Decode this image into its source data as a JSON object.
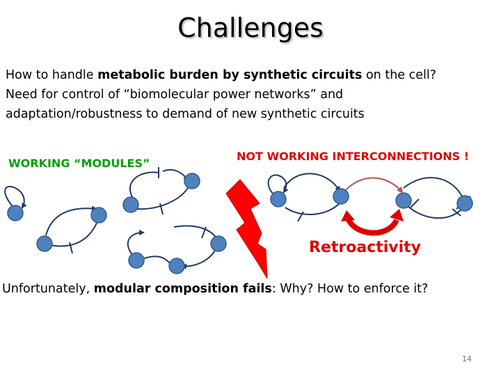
{
  "slide": {
    "title": "Challenges",
    "intro": {
      "line1_pre": "How to handle ",
      "line1_bold": "metabolic burden by synthetic circuits",
      "line1_post": " on the cell?",
      "line2": "Need for control of “biomolecular power networks”  and",
      "line3": "adaptation/robustness to  demand of new synthetic circuits"
    },
    "working_label": "WORKING “MODULES”",
    "not_working_label": "NOT WORKING INTERCONNECTIONS !",
    "retro_label": "Retroactivity",
    "outro": {
      "pre": "Unfortunately, ",
      "bold": "modular composition fails",
      "post": ": Why? How to enforce it?"
    },
    "page_number": "14"
  },
  "colors": {
    "node_fill": "#4f81bd",
    "node_stroke": "#2f5a90",
    "edge": "#1f3864",
    "working_label": "#00a000",
    "not_working_label": "#e00000",
    "bolt_fill": "#ff0000",
    "retro_arrow": "#e00000",
    "retro_link": "#c0504d"
  }
}
